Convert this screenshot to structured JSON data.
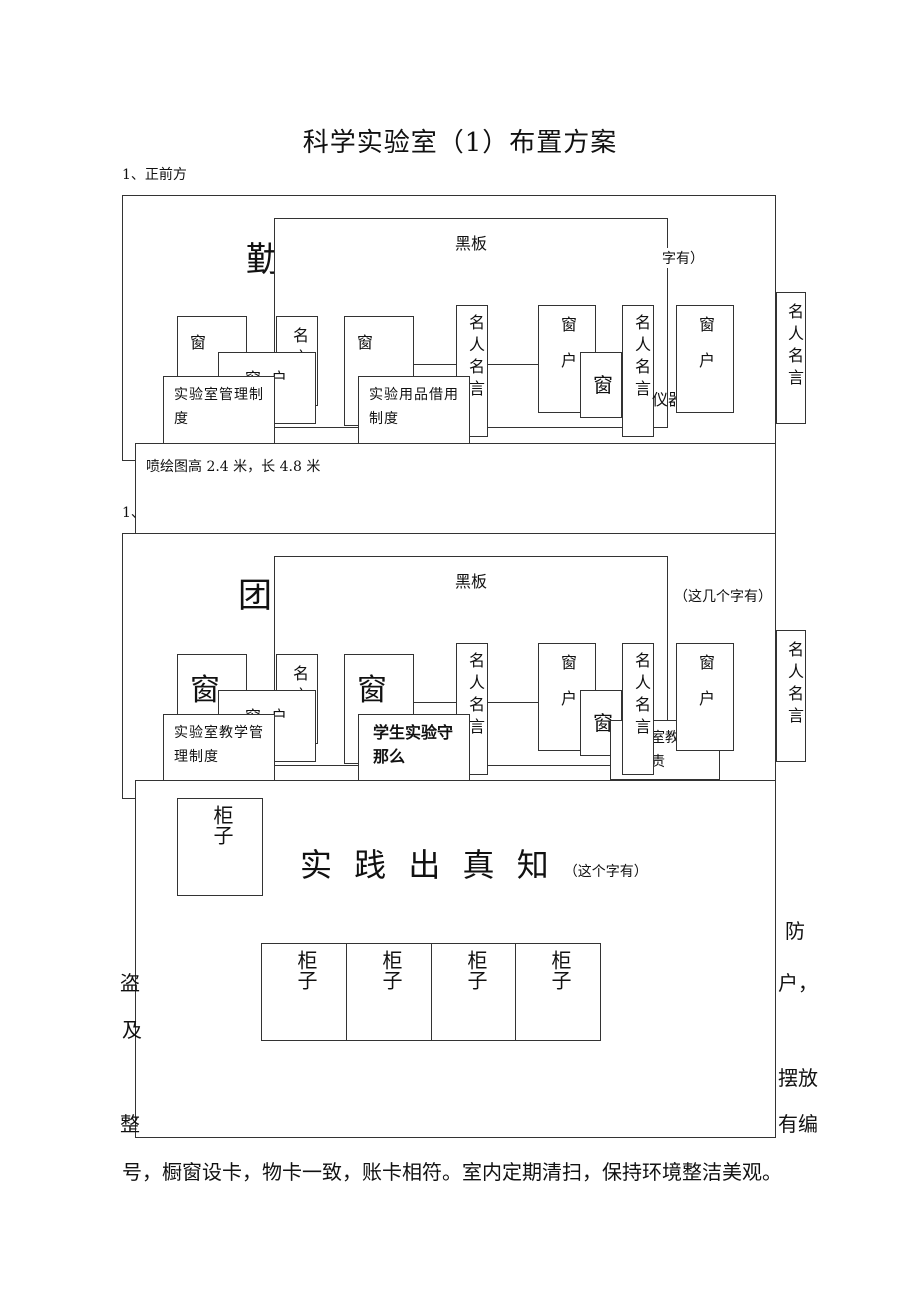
{
  "doc": {
    "title": "科学实验室（1）布置方案",
    "section1": "1、正前方",
    "section2": "1、",
    "last_line": "号，橱窗设卡，物卡一致，账卡相符。室内定期清扫，保持环境整洁美观。",
    "partial_right": [
      "防",
      "户，",
      "摆放",
      "有编"
    ],
    "partial_left": [
      "盗",
      "及",
      "整"
    ]
  },
  "panel1": {
    "big_char": "勤",
    "blackboard": "黑板",
    "note": "字有）",
    "window_a": "窗",
    "window_b": "窗",
    "window_c": "窗户",
    "window_d": "窗",
    "window_e": "窗户",
    "overlap_a": "窗户",
    "quote_a": "名言",
    "quote_b": "名人名言",
    "quote_c": "名人名言",
    "quote_side": "名人名言",
    "rules_1": "实验室管理制度",
    "rules_2": "实验用品借用制度",
    "instrument": "仪器",
    "banner": "喷绘图高 2.4 米，长 4.8 米"
  },
  "panel2": {
    "big_char": "团",
    "blackboard": "黑板",
    "note": "（这几个字有）",
    "window_a": "窗",
    "window_b": "窗",
    "window_c": "窗户",
    "window_d": "窗",
    "window_e": "窗户",
    "overlap_a": "窗户",
    "quote_a": "名言",
    "quote_b": "名人名言",
    "quote_c": "名人名言",
    "quote_side": "名人名言",
    "rules_1": "实验室教学管理制度",
    "rules_2": "学生实验守那么",
    "rules_3": "室教",
    "rules_3b": "责"
  },
  "panel3": {
    "cabinet_top": "柜子",
    "motto": "实 践 出 真 知",
    "motto_note": "（这个字有）",
    "cabinets": [
      "柜子",
      "柜子",
      "柜子",
      "柜子"
    ]
  }
}
